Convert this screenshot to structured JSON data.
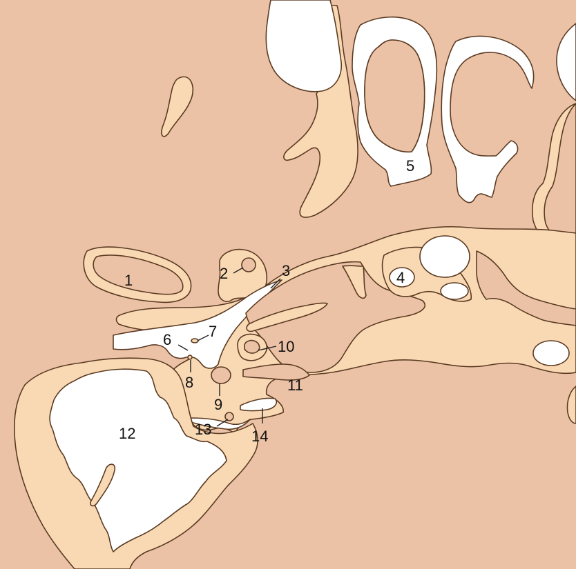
{
  "colors": {
    "soft_tissue": "#ecc2a6",
    "bone": "#f9d9b3",
    "air": "#ffffff",
    "outline": "#5a3a22",
    "label_text": "#111111"
  },
  "labels": {
    "l1": "1",
    "l2": "2",
    "l3": "3",
    "l4": "4",
    "l5": "5",
    "l6": "6",
    "l7": "7",
    "l8": "8",
    "l9": "9",
    "l10": "10",
    "l11": "11",
    "l12": "12",
    "l13": "13",
    "l14": "14"
  }
}
